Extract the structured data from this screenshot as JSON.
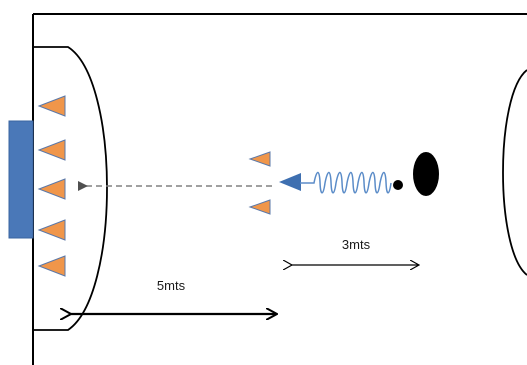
{
  "diagram": {
    "labels": {
      "distance_large": "5mts",
      "distance_small": "3mts"
    },
    "colors": {
      "line": "#000000",
      "goal": "#4a78b8",
      "goal_stroke": "#3a64a0",
      "cone": "#f0964a",
      "cone_stroke": "#5b78a8",
      "arrow_head": "#3e6fb0",
      "dashed_arrow": "#808080",
      "spring": "#5b8cc8",
      "ball": "#000000"
    },
    "icons": {
      "goal": "goal-rectangle",
      "cone": "cone-triangle",
      "ball": "ball-circle",
      "player": "player-circle"
    }
  }
}
